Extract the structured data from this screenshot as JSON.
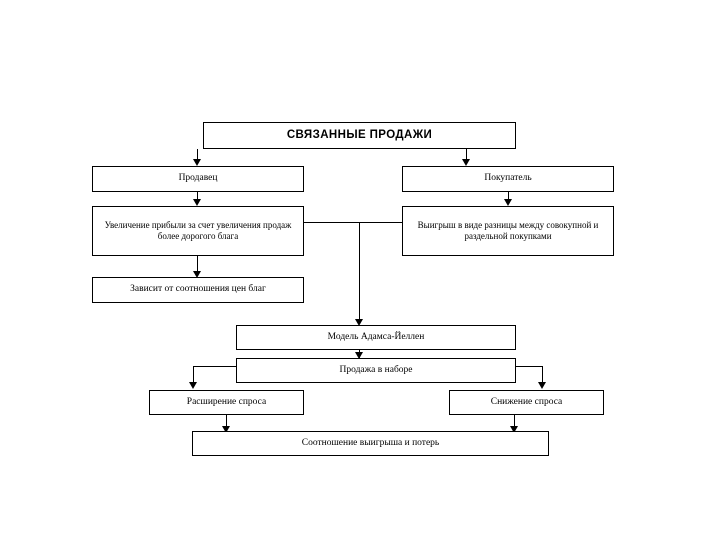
{
  "diagram": {
    "title_node": {
      "label": "СВЯЗАННЫЕ ПРОДАЖИ"
    },
    "nodes": [
      {
        "id": "seller",
        "label": "Продавец"
      },
      {
        "id": "buyer",
        "label": "Покупатель"
      },
      {
        "id": "seller-benefit",
        "label": "Увеличение прибыли за счет увеличения продаж более дорогого блага"
      },
      {
        "id": "buyer-benefit",
        "label": "Выигрыш в виде разницы между совокупной и раздельной покупками"
      },
      {
        "id": "price-ratio",
        "label": "Зависит от соотношения цен благ"
      },
      {
        "id": "model",
        "label": "Модель Адамса-Йеллен"
      },
      {
        "id": "bundle-sale",
        "label": "Продажа в наборе"
      },
      {
        "id": "demand-expansion",
        "label": "Расширение спроса"
      },
      {
        "id": "demand-decline",
        "label": "Снижение спроса"
      },
      {
        "id": "gain-loss-ratio",
        "label": "Соотношение выигрыша и потерь"
      }
    ],
    "colors": {
      "background": "#ffffff",
      "border": "#000000",
      "text": "#000000"
    }
  }
}
